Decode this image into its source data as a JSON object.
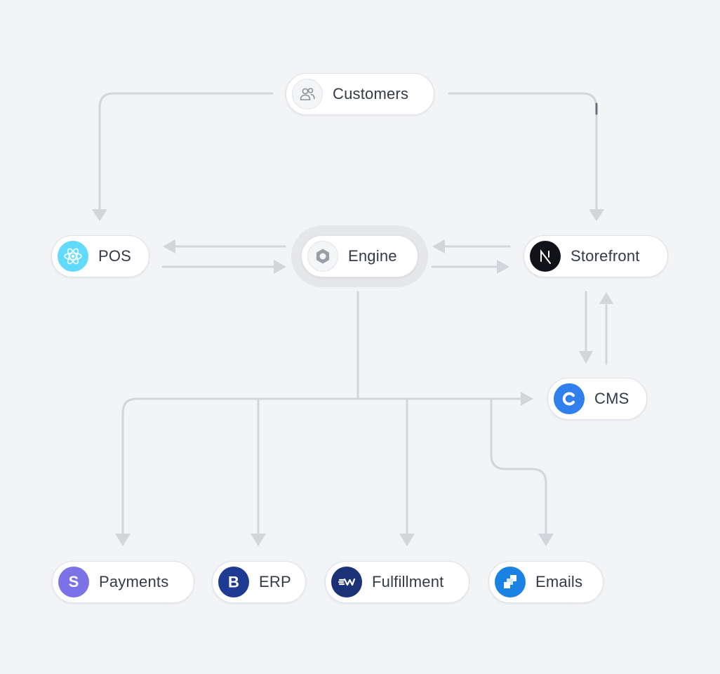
{
  "diagram": {
    "nodes": {
      "customers": {
        "label": "Customers",
        "icon": "users-icon"
      },
      "pos": {
        "label": "POS",
        "icon": "react-icon",
        "color": "#61dafb"
      },
      "engine": {
        "label": "Engine",
        "icon": "hexagon-icon"
      },
      "storefront": {
        "label": "Storefront",
        "icon": "next-icon",
        "color": "#111318"
      },
      "cms": {
        "label": "CMS",
        "icon": "contentful-c-icon",
        "color": "#2f80ed"
      },
      "payments": {
        "label": "Payments",
        "icon": "stripe-s-icon",
        "color": "#7a72e6"
      },
      "erp": {
        "label": "ERP",
        "icon": "b-icon",
        "color": "#1f3a93"
      },
      "fulfillment": {
        "label": "Fulfillment",
        "icon": "shipbob-icon",
        "color": "#1c3276"
      },
      "emails": {
        "label": "Emails",
        "icon": "sendgrid-icon",
        "color": "#1a82e2"
      }
    },
    "edges": [
      {
        "from": "customers",
        "to": "pos"
      },
      {
        "from": "customers",
        "to": "storefront"
      },
      {
        "from": "engine",
        "to": "pos"
      },
      {
        "from": "pos",
        "to": "engine"
      },
      {
        "from": "storefront",
        "to": "engine"
      },
      {
        "from": "engine",
        "to": "storefront"
      },
      {
        "from": "storefront",
        "to": "cms"
      },
      {
        "from": "cms",
        "to": "storefront"
      },
      {
        "from": "engine",
        "to": "cms"
      },
      {
        "from": "engine",
        "to": "payments"
      },
      {
        "from": "engine",
        "to": "erp"
      },
      {
        "from": "engine",
        "to": "fulfillment"
      },
      {
        "from": "engine",
        "to": "emails"
      }
    ],
    "colors": {
      "line": "#d3d5db",
      "line_highlight": "#6b6e77",
      "node_border": "#dfe2e8",
      "text": "#343a46"
    }
  }
}
